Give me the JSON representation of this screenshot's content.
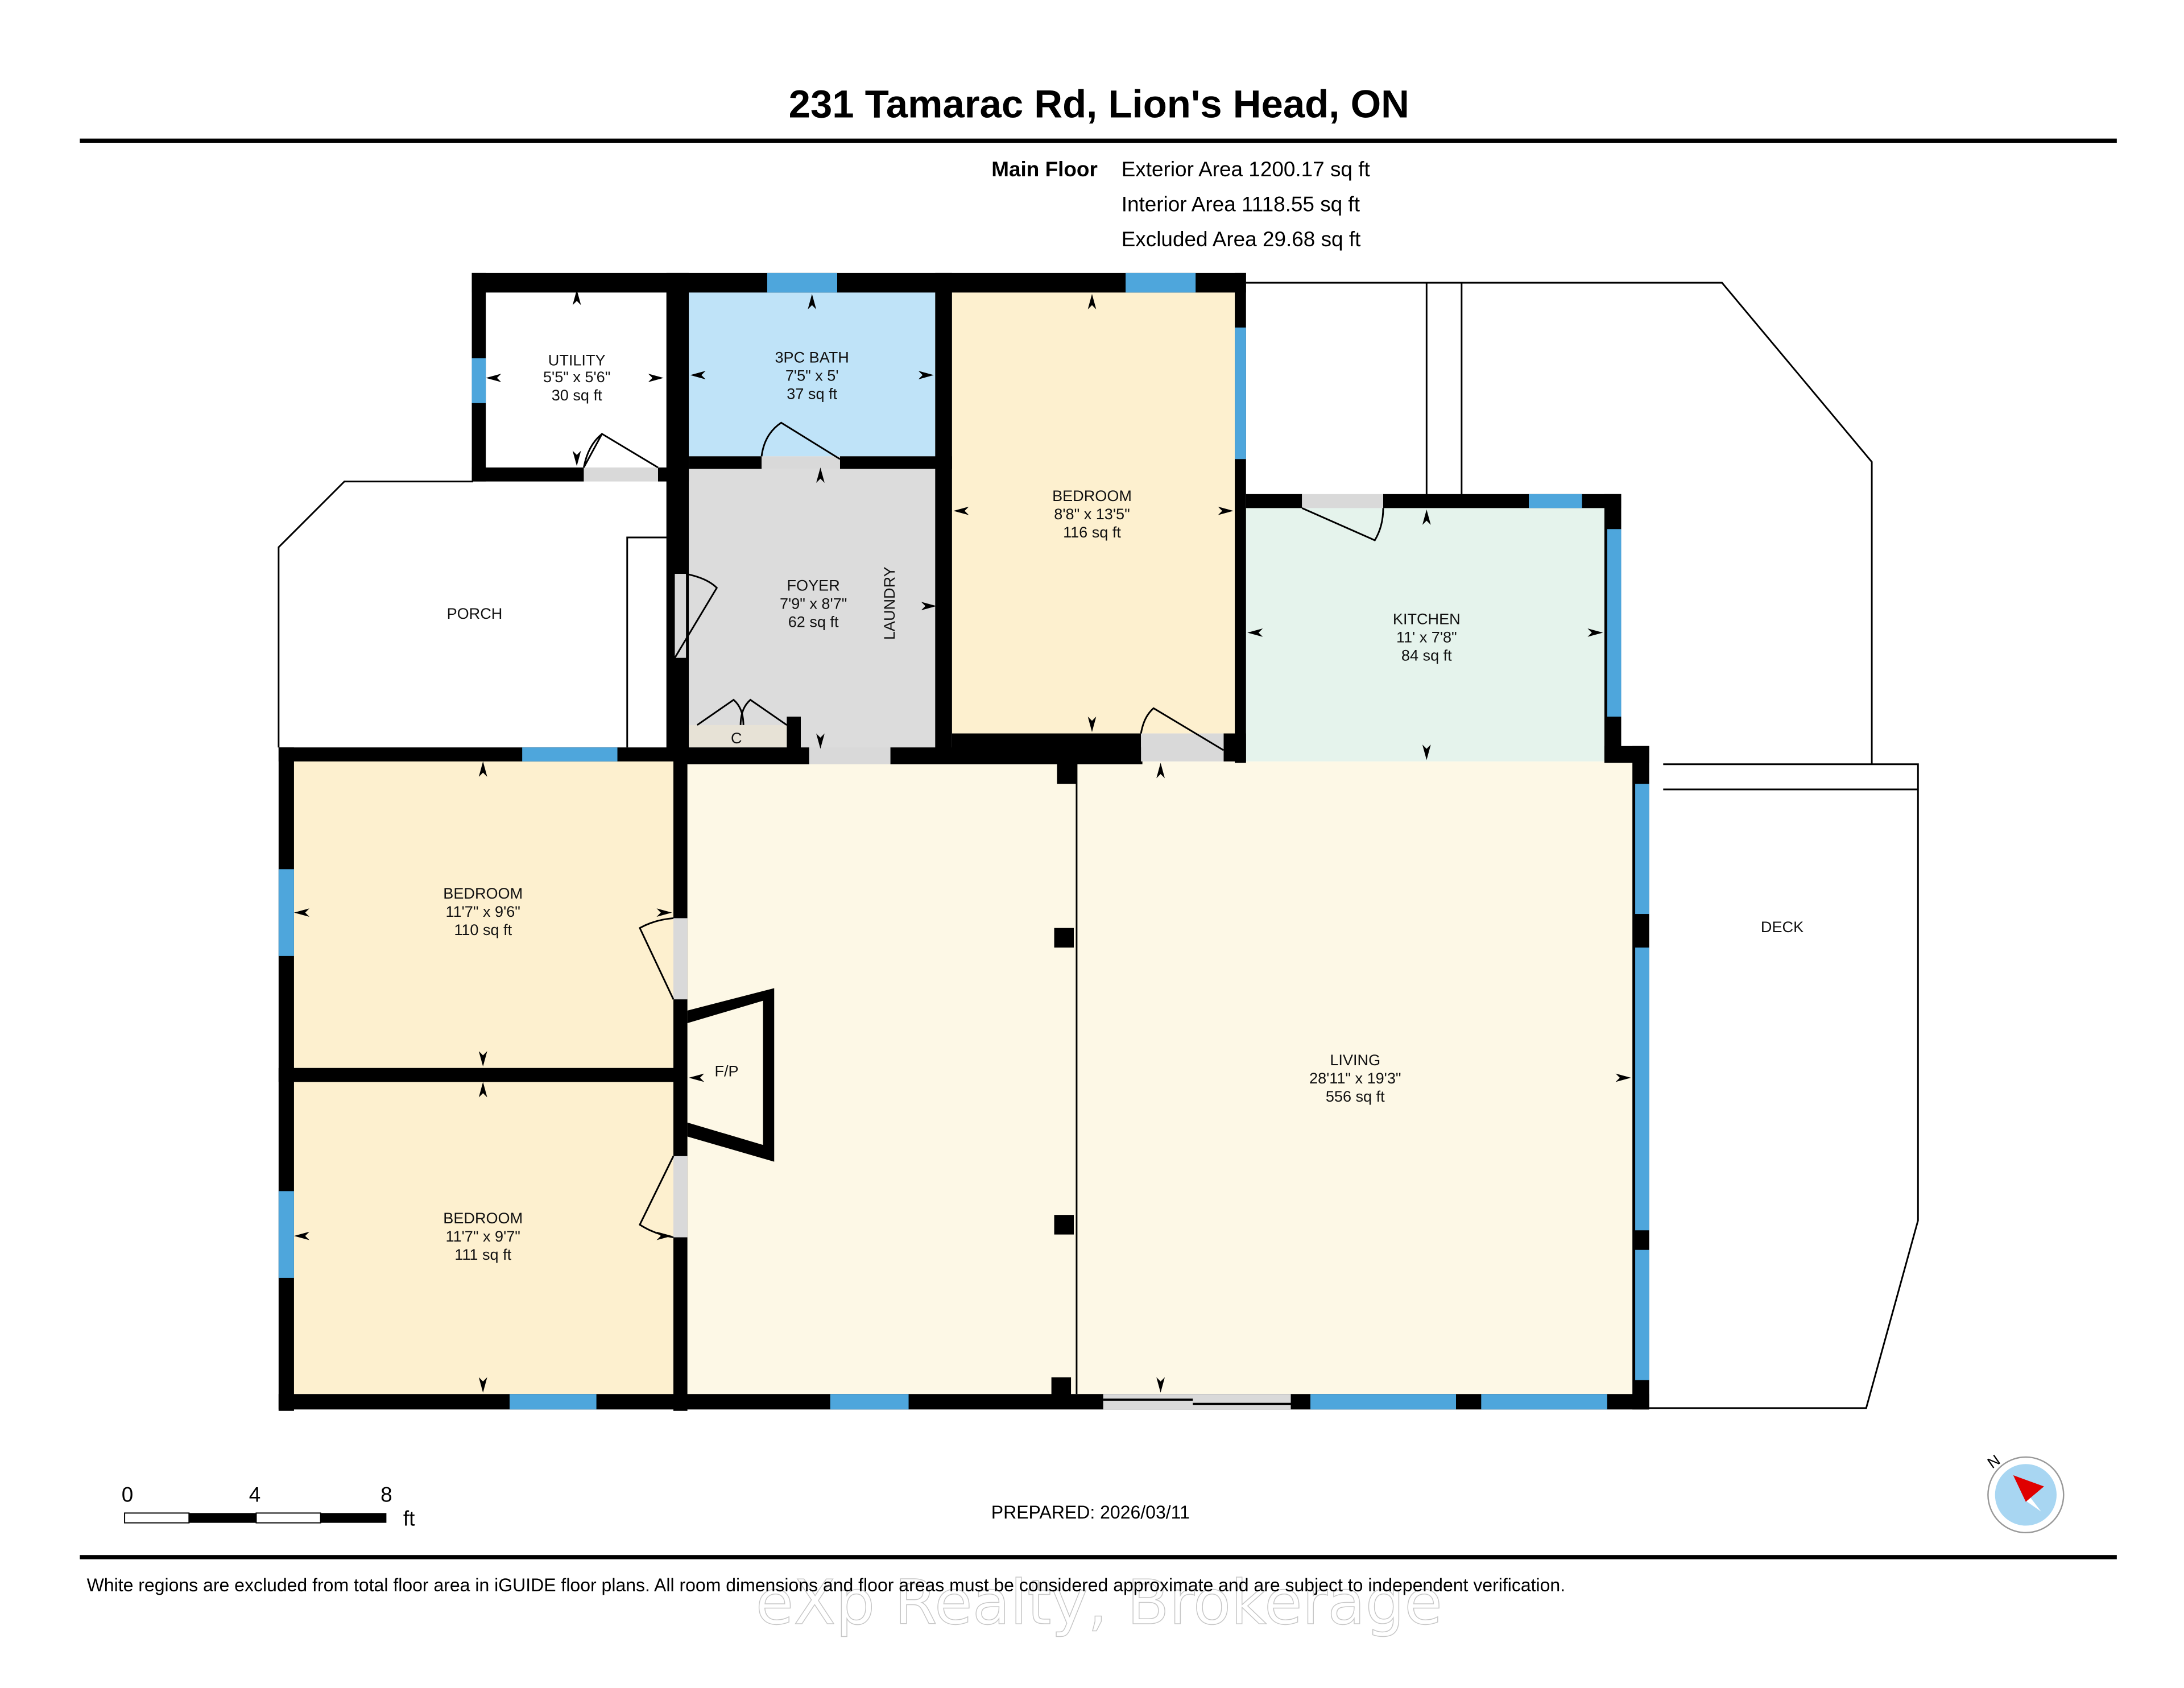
{
  "header": {
    "title": "231 Tamarac Rd, Lion's Head, ON",
    "floor_label": "Main Floor",
    "areas": [
      "Exterior Area 1200.17 sq ft",
      "Interior Area 1118.55 sq ft",
      "Excluded Area 29.68 sq ft"
    ]
  },
  "rooms": {
    "utility": {
      "name": "UTILITY",
      "dims": "5'5\" x 5'6\"",
      "area": "30 sq ft",
      "color": "#ffffff"
    },
    "bath": {
      "name": "3PC BATH",
      "dims": "7'5\" x 5'",
      "area": "37 sq ft",
      "color": "#bfe3f8"
    },
    "bedroom_ne": {
      "name": "BEDROOM",
      "dims": "8'8\" x 13'5\"",
      "area": "116 sq ft",
      "color": "#fdf0cf"
    },
    "foyer": {
      "name": "FOYER",
      "dims": "7'9\" x 8'7\"",
      "area": "62 sq ft",
      "color": "#dcdcdc"
    },
    "laundry": {
      "name": "LAUNDRY"
    },
    "closet": {
      "name": "C"
    },
    "kitchen": {
      "name": "KITCHEN",
      "dims": "11' x 7'8\"",
      "area": "84 sq ft",
      "color": "#e5f3ec"
    },
    "porch": {
      "name": "PORCH"
    },
    "bedroom_w1": {
      "name": "BEDROOM",
      "dims": "11'7\" x 9'6\"",
      "area": "110 sq ft",
      "color": "#fdf0cf"
    },
    "bedroom_w2": {
      "name": "BEDROOM",
      "dims": "11'7\" x 9'7\"",
      "area": "111 sq ft",
      "color": "#fdf0cf"
    },
    "fireplace": {
      "name": "F/P"
    },
    "living": {
      "name": "LIVING",
      "dims": "28'11\" x 19'3\"",
      "area": "556 sq ft",
      "color": "#fdf8e6"
    },
    "deck": {
      "name": "DECK"
    }
  },
  "scale_bar": {
    "ticks": [
      "0",
      "4",
      "8"
    ],
    "unit": "ft"
  },
  "prepared": "PREPARED: 2026/03/11",
  "compass": {
    "label": "N"
  },
  "footer": {
    "disclaimer": "White regions are excluded from total floor area in iGUIDE floor plans. All room dimensions and floor areas must be considered approximate and are subject to independent verification.",
    "watermark": "eXp Realty, Brokerage"
  },
  "colors": {
    "wall": "#000000",
    "window": "#4ea6dc",
    "door_opening": "#d9d9d9"
  }
}
